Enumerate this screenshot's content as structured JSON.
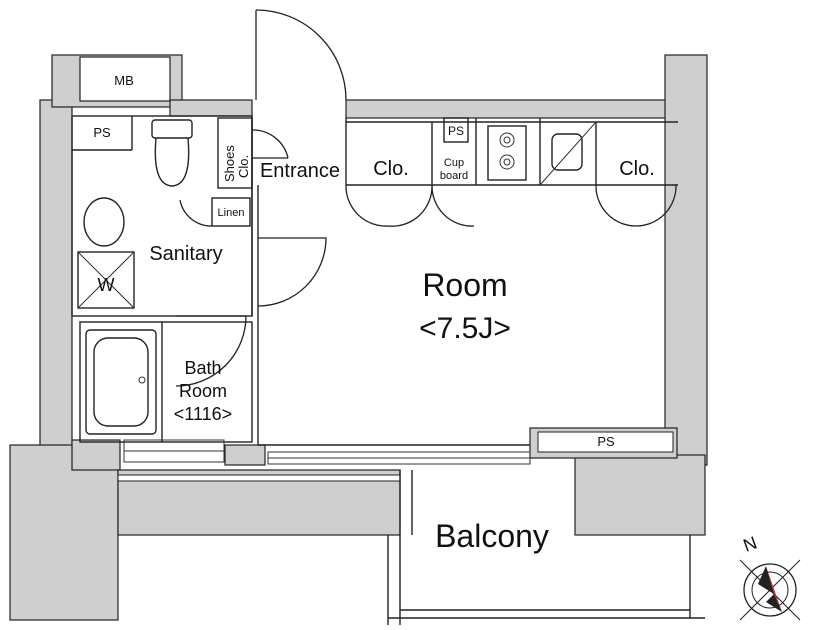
{
  "labels": {
    "mb": "MB",
    "ps_sanitary": "PS",
    "ps_kitchen": "PS",
    "ps_room": "PS",
    "shoes_line1": "Shoes",
    "shoes_line2": "Clo.",
    "entrance": "Entrance",
    "clo_left": "Clo.",
    "cupboard_line1": "Cup",
    "cupboard_line2": "board",
    "clo_right": "Clo.",
    "linen": "Linen",
    "sanitary": "Sanitary",
    "washer": "W",
    "room_name": "Room",
    "room_size": "<7.5J>",
    "bath_line1": "Bath",
    "bath_line2": "Room",
    "bath_size": "<1116>",
    "balcony": "Balcony",
    "compass_north": "N"
  },
  "colors": {
    "wall_fill": "#cfcfcf",
    "compass_red": "#d9232a",
    "line": "#222222"
  },
  "icons": {
    "compass": "compass-rose-icon",
    "stove": "gas-stove-icon",
    "sink": "kitchen-sink-icon",
    "toilet": "toilet-icon",
    "washbasin": "washbasin-icon",
    "bathtub": "bathtub-icon"
  }
}
